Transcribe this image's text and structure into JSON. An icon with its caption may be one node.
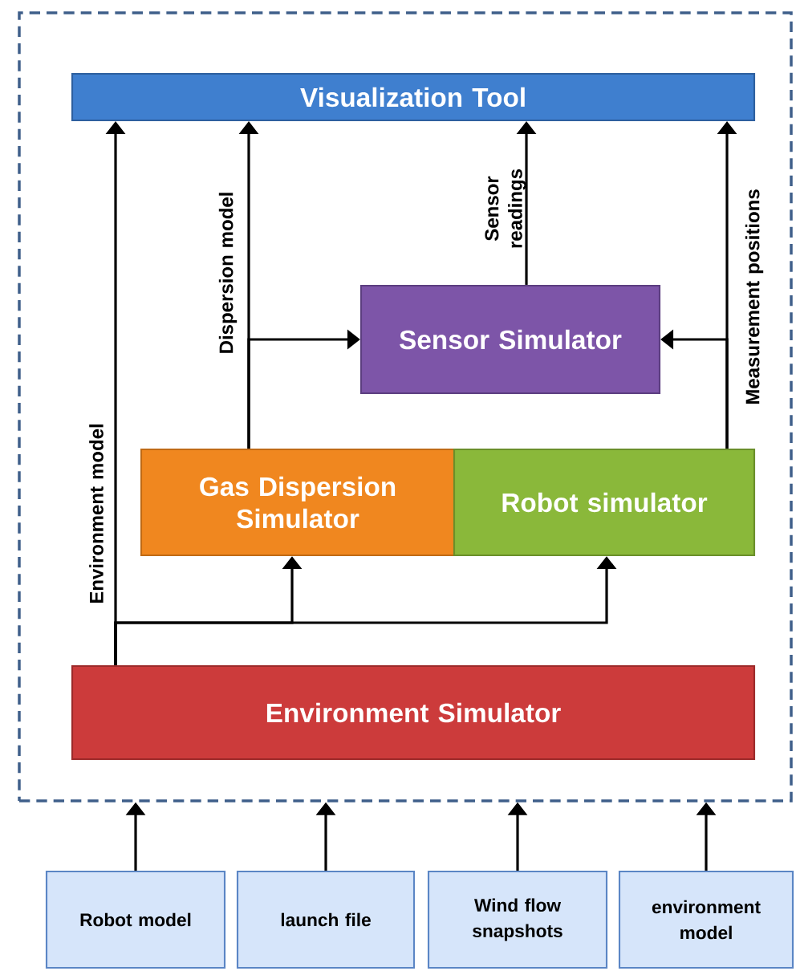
{
  "diagram": {
    "nodes": [
      {
        "text": [],
        "shape": "box"
      },
      {
        "text": [
          "Visualization Tool"
        ],
        "in": 0
      },
      {
        "text": [
          "Sensor Simulator"
        ],
        "in": 0
      },
      {
        "text": [
          "Gas Dispersion Simulator"
        ],
        "in": 0
      },
      {
        "text": [
          "Robot simulator"
        ],
        "in": 0
      },
      {
        "text": [
          "Environment Simulator"
        ],
        "in": 0
      },
      {
        "text": [
          "Robot model"
        ]
      },
      {
        "text": [
          "launch file"
        ]
      },
      {
        "text": [
          "Wind flow snapshots"
        ]
      },
      {
        "text": [
          "environment model"
        ]
      }
    ],
    "edges": [
      {
        "from": 5,
        "to": 1,
        "arrow": "to",
        "label": "Environment model"
      },
      {
        "from": 5,
        "to": 3,
        "arrow": "to"
      },
      {
        "from": 5,
        "to": 4,
        "arrow": "to"
      },
      {
        "from": 3,
        "to": 1,
        "arrow": "to",
        "label": "Dispersion model"
      },
      {
        "from": 3,
        "to": 2,
        "arrow": "to"
      },
      {
        "from": 2,
        "to": 1,
        "arrow": "to",
        "label": "Sensor readings"
      },
      {
        "from": 4,
        "to": 1,
        "arrow": "to",
        "label": "Measurement positions"
      },
      {
        "from": 4,
        "to": 2,
        "arrow": "to"
      },
      {
        "from": 6,
        "to": 0,
        "arrow": "to"
      },
      {
        "from": 7,
        "to": 0,
        "arrow": "to"
      },
      {
        "from": 8,
        "to": 0,
        "arrow": "to"
      },
      {
        "from": 9,
        "to": 0,
        "arrow": "to"
      }
    ]
  }
}
